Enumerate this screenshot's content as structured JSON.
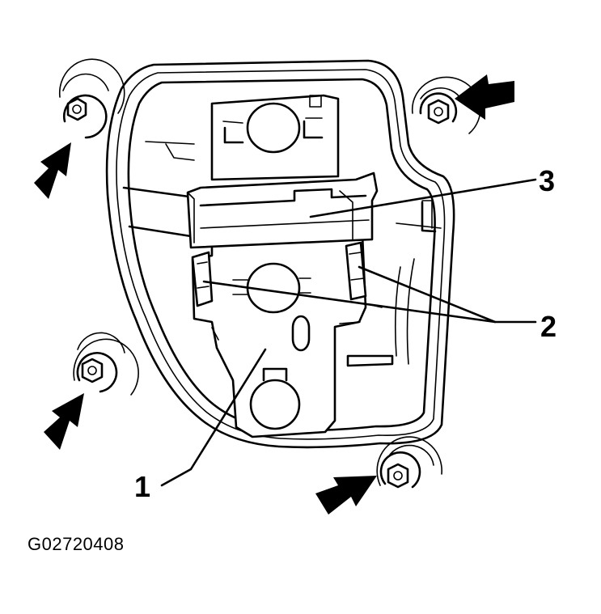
{
  "figure": {
    "code": "G02720408",
    "callouts": {
      "one": "1",
      "two": "2",
      "three": "3"
    }
  },
  "colors": {
    "ink": "#000000",
    "paper": "#ffffff"
  }
}
